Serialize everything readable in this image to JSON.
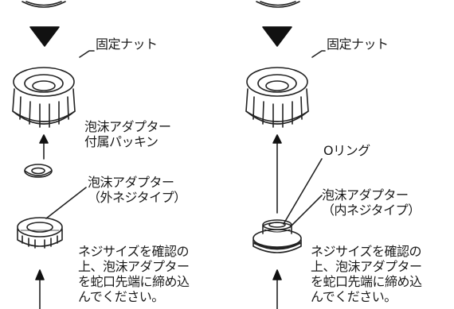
{
  "left": {
    "nut_label": "固定ナット",
    "gasket_label": "泡沫アダプター\n付属パッキン",
    "adapter_label": "泡沫アダプター\n（外ネジタイプ）",
    "instruction": "ネジサイズを確認の\n上、泡沫アダプター\nを蛇口先端に締め込\nんでください。"
  },
  "right": {
    "nut_label": "固定ナット",
    "oring_label": "Oリング",
    "adapter_label": "泡沫アダプター\n（内ネジタイプ）",
    "instruction": "ネジサイズを確認の\n上、泡沫アダプター\nを蛇口先端に締め込\nんでください。"
  }
}
